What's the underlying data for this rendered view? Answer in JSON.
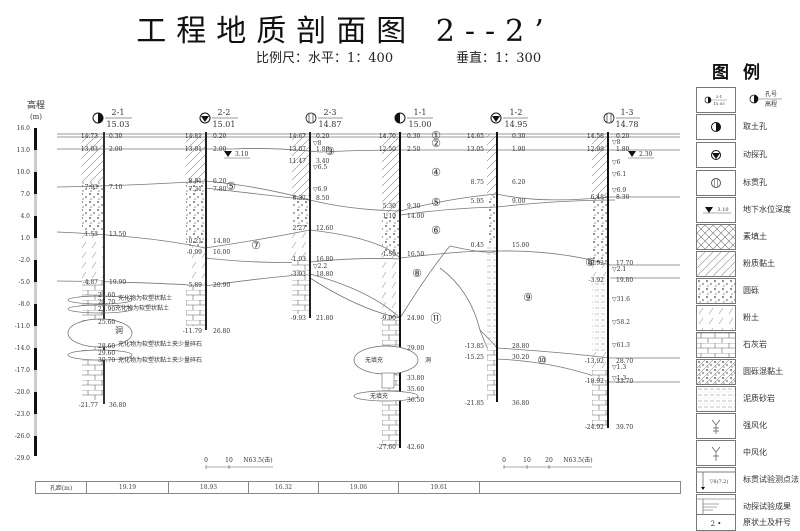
{
  "header": {
    "title": "工程地质剖面图 2--2’",
    "scale_horizontal": "比例尺：水平：1：400",
    "scale_vertical": "垂直：1：300"
  },
  "axis": {
    "label": "高程",
    "unit": "(m)",
    "ticks": [
      "16.0",
      "13.0",
      "10.0",
      "7.0",
      "4.0",
      "1.0",
      "-2.0",
      "-5.0",
      "-8.0",
      "-11.0",
      "-14.0",
      "-17.0",
      "-20.0",
      "-23.0",
      "-26.0",
      "-29.0"
    ]
  },
  "boreholes": [
    {
      "id": "2-1",
      "type": "取土孔",
      "elevation": "15.03",
      "left_labels": [
        "14.73",
        "13.03",
        "7.93",
        "1.53",
        "-4.87",
        "-21.77"
      ],
      "right_labels": [
        "0.30",
        "2.00",
        "7.10",
        "13.50",
        "19.90",
        "21.60",
        "22.70",
        "23.90",
        "25.60",
        "28.60",
        "29.60",
        "30.70",
        "36.80"
      ],
      "notes": [
        "充化物为软塑状黏土",
        "充化物为软塑状黏土",
        "充化物为软塑状黏土夹少量碎石",
        "充化物为软塑状黏土夹少量碎石"
      ],
      "cave": "洞"
    },
    {
      "id": "2-2",
      "type": "动探孔",
      "elevation": "15.01",
      "left_labels": [
        "14.81",
        "13.01",
        "8.81",
        "7.21",
        "0.21",
        "-0.99",
        "-5.89",
        "-11.79"
      ],
      "right_labels": [
        "0.20",
        "2.00",
        "6.20",
        "7.80",
        "14.80",
        "16.00",
        "20.90",
        "26.80"
      ],
      "water": "3.10"
    },
    {
      "id": "2-3",
      "type": "标贯孔",
      "elevation": "14.87",
      "left_labels": [
        "14.67",
        "13.07",
        "11.47",
        "6.37",
        "2.27",
        "-1.93",
        "-3.93",
        "-9.93"
      ],
      "right_labels": [
        "0.20",
        "1.80",
        "3.40",
        "8.50",
        "12.60",
        "16.80",
        "18.80",
        "21.80"
      ],
      "spt": [
        "▽8",
        "▽6.5",
        "▽6.9",
        "▽2.2"
      ]
    },
    {
      "id": "1-1",
      "type": "取土孔",
      "elevation": "15.00",
      "left_labels": [
        "14.70",
        "12.50",
        "5.30",
        "1.10",
        "-1.50",
        "-9.90",
        "-27.60"
      ],
      "right_labels": [
        "0.30",
        "2.50",
        "9.30",
        "14.00",
        "16.50",
        "24.90",
        "29.00",
        "33.80",
        "35.60",
        "36.50",
        "42.60"
      ],
      "voids": [
        "无填充",
        "无填充"
      ],
      "cave": "洞"
    },
    {
      "id": "1-2",
      "type": "动探孔",
      "elevation": "14.95",
      "left_labels": [
        "14.65",
        "13.05",
        "8.75",
        "5.95",
        "0.45",
        "-13.85",
        "-15.25",
        "-21.85"
      ],
      "right_labels": [
        "0.30",
        "1.90",
        "6.20",
        "9.00",
        "15.00",
        "28.80",
        "30.20",
        "36.80"
      ]
    },
    {
      "id": "1-3",
      "type": "标贯孔",
      "elevation": "14.78",
      "left_labels": [
        "14.58",
        "12.98",
        "6.48",
        "-2.92",
        "-3.92",
        "-13.92",
        "-18.92",
        "-24.92"
      ],
      "right_labels": [
        "0.20",
        "1.80",
        "8.30",
        "17.70",
        "19.80",
        "28.70",
        "33.70",
        "39.70"
      ],
      "spt": [
        "▽8",
        "▽6",
        "▽6.1",
        "▽6.9",
        "▽2.1",
        "▽31.6",
        "▽58.2",
        "▽61.3",
        "▽1.3",
        "▽1.3"
      ],
      "water": "2.30"
    }
  ],
  "strata_numbers": [
    "①",
    "②",
    "③",
    "④",
    "⑤",
    "⑥",
    "⑦",
    "⑧",
    "⑨",
    "⑩",
    "⑪"
  ],
  "bar_scales": [
    {
      "ticks": [
        "0",
        "10",
        "N63.5(击)"
      ]
    },
    {
      "ticks": [
        "0",
        "10",
        "20",
        "N63.5(击)"
      ]
    }
  ],
  "distance_table": {
    "header": "孔距(m)",
    "values": [
      "19.19",
      "18.93",
      "16.32",
      "19.06",
      "19.61",
      ""
    ]
  },
  "legend": {
    "title": "图例",
    "header_sample": {
      "small_top": "2-1",
      "small_bottom": "15.03",
      "top": "孔号",
      "bottom": "高程"
    },
    "items": [
      {
        "icon": "half-filled-circle-icon",
        "label": "取土孔"
      },
      {
        "icon": "triangle-in-circle-icon",
        "label": "动探孔"
      },
      {
        "icon": "split-circle-icon",
        "label": "标贯孔"
      },
      {
        "icon": "water-level-icon",
        "label": "地下水位深度",
        "value": "3.10"
      },
      {
        "icon": "crosshatch-pattern",
        "label": "素填土"
      },
      {
        "icon": "dense-diagonal-pattern",
        "label": "粉质黏土"
      },
      {
        "icon": "gravel-pattern",
        "label": "圆砾"
      },
      {
        "icon": "sparse-diagonal-pattern",
        "label": "粉土"
      },
      {
        "icon": "brick-pattern",
        "label": "石灰岩"
      },
      {
        "icon": "gravel-clay-pattern",
        "label": "圆砾混黏土"
      },
      {
        "icon": "dashed-lines-pattern",
        "label": "泥质砂岩"
      },
      {
        "icon": "strong-weathered-icon",
        "label": "强风化"
      },
      {
        "icon": "medium-weathered-icon",
        "label": "中风化"
      },
      {
        "icon": "spt-test-icon",
        "label": "标贯试验测点法",
        "value": "▽8(7.2)"
      },
      {
        "icon": "dpt-test-icon",
        "label": "动探试验成果"
      },
      {
        "icon": "sample-point-icon",
        "label": "原状土及杆号",
        "value": "2 •"
      }
    ]
  }
}
